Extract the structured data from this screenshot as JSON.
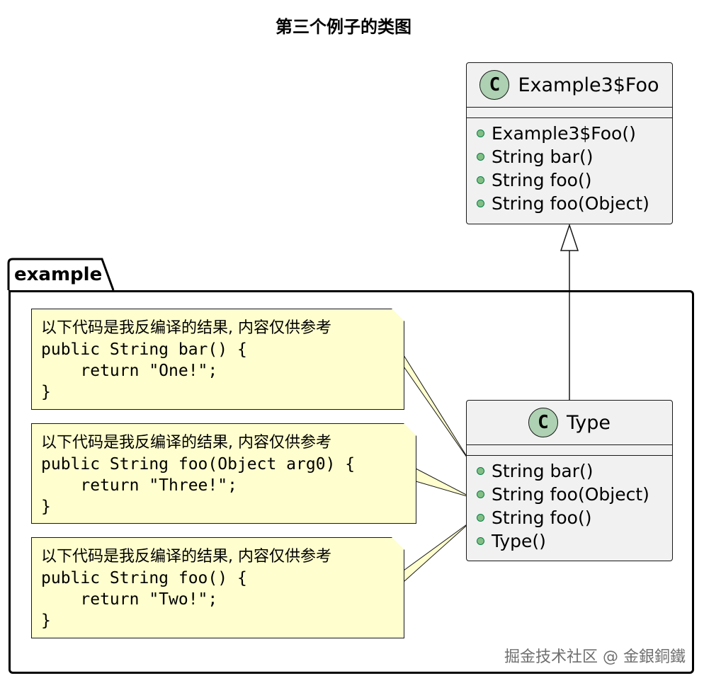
{
  "title": "第三个例子的类图",
  "package": {
    "name": "example"
  },
  "classes": {
    "foo": {
      "icon": "C",
      "name": "Example3$Foo",
      "methods": [
        "Example3$Foo()",
        "String bar()",
        "String foo()",
        "String foo(Object)"
      ]
    },
    "type": {
      "icon": "C",
      "name": "Type",
      "methods": [
        "String bar()",
        "String foo(Object)",
        "String foo()",
        "Type()"
      ]
    }
  },
  "notes": [
    {
      "lines": [
        "以下代码是我反编译的结果, 内容仅供参考",
        "public String bar() {",
        "    return \"One!\";",
        "}"
      ]
    },
    {
      "lines": [
        "以下代码是我反编译的结果, 内容仅供参考",
        "public String foo(Object arg0) {",
        "    return \"Three!\";",
        "}"
      ]
    },
    {
      "lines": [
        "以下代码是我反编译的结果, 内容仅供参考",
        "public String foo() {",
        "    return \"Two!\";",
        "}"
      ]
    }
  ],
  "watermark": "掘金技术社区 @ 金銀銅鐵",
  "colors": {
    "class_fill": "#f1f1f1",
    "class_icon": "#add1b2",
    "note_fill": "#fefece",
    "method_dot": "#84be84"
  }
}
